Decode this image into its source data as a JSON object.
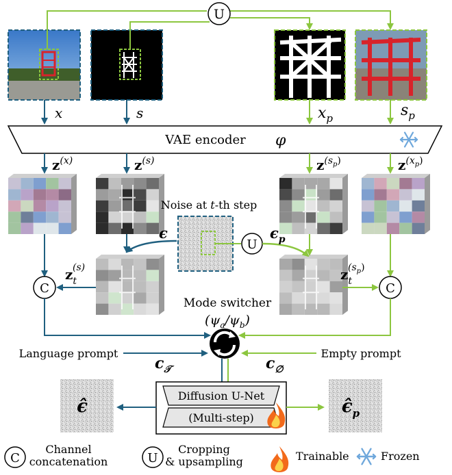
{
  "labels": {
    "crop_upsample_symbol": "U",
    "concat_symbol": "C",
    "x": "x",
    "s": "s",
    "x_p": "x",
    "x_p_sub": "p",
    "s_p": "s",
    "s_p_sub": "p",
    "vae_encoder": "VAE encoder",
    "phi": "φ",
    "z_x": "z",
    "z_x_sup": "(x)",
    "z_s": "z",
    "z_s_sup": "(s)",
    "z_sp": "z",
    "z_sp_sup": "(s",
    "z_sp_sup_sub": "p",
    "z_sp_sup_close": ")",
    "z_xp": "z",
    "z_xp_sup": "(x",
    "z_xp_sup_sub": "p",
    "z_xp_sup_close": ")",
    "noise_title_pre": "Noise at",
    "noise_title_t": "t",
    "noise_title_post": "-th step",
    "epsilon": "ϵ",
    "epsilon_p": "ϵ",
    "epsilon_p_sub": "p",
    "z_t_s": "z",
    "z_t_s_sub": "t",
    "z_t_s_sup": "(s)",
    "z_t_sp": "z",
    "z_t_sp_sub": "t",
    "z_t_sp_sup": "(s",
    "z_t_sp_sup_sub": "p",
    "z_t_sp_sup_close": ")",
    "mode_switcher": "Mode switcher",
    "psi": "(ψ",
    "psi_a_sub": "a",
    "psi_mid": "/ψ",
    "psi_b_sub": "b",
    "psi_close": ")",
    "language_prompt": "Language prompt",
    "c_T": "c",
    "c_T_sub": "𝒯",
    "c_empty": "c",
    "c_empty_sub": "∅",
    "empty_prompt": "Empty prompt",
    "unet_line1": "Diffusion U-Net",
    "unet_line2": "(Multi-step)",
    "eps_hat": "ϵ̂",
    "eps_p_hat": "ϵ̂",
    "eps_p_hat_sub": "p"
  },
  "legend": {
    "channel_line1": "Channel",
    "channel_line2": "concatenation",
    "crop_line1": "Cropping",
    "crop_line2": "& upsampling",
    "trainable": "Trainable",
    "frozen": "Frozen"
  },
  "colors": {
    "blue": "#1f5f7f",
    "green": "#8cc63f",
    "red": "#d8232a",
    "snow": "#6fa8dc",
    "flame": "#f26a1b"
  }
}
